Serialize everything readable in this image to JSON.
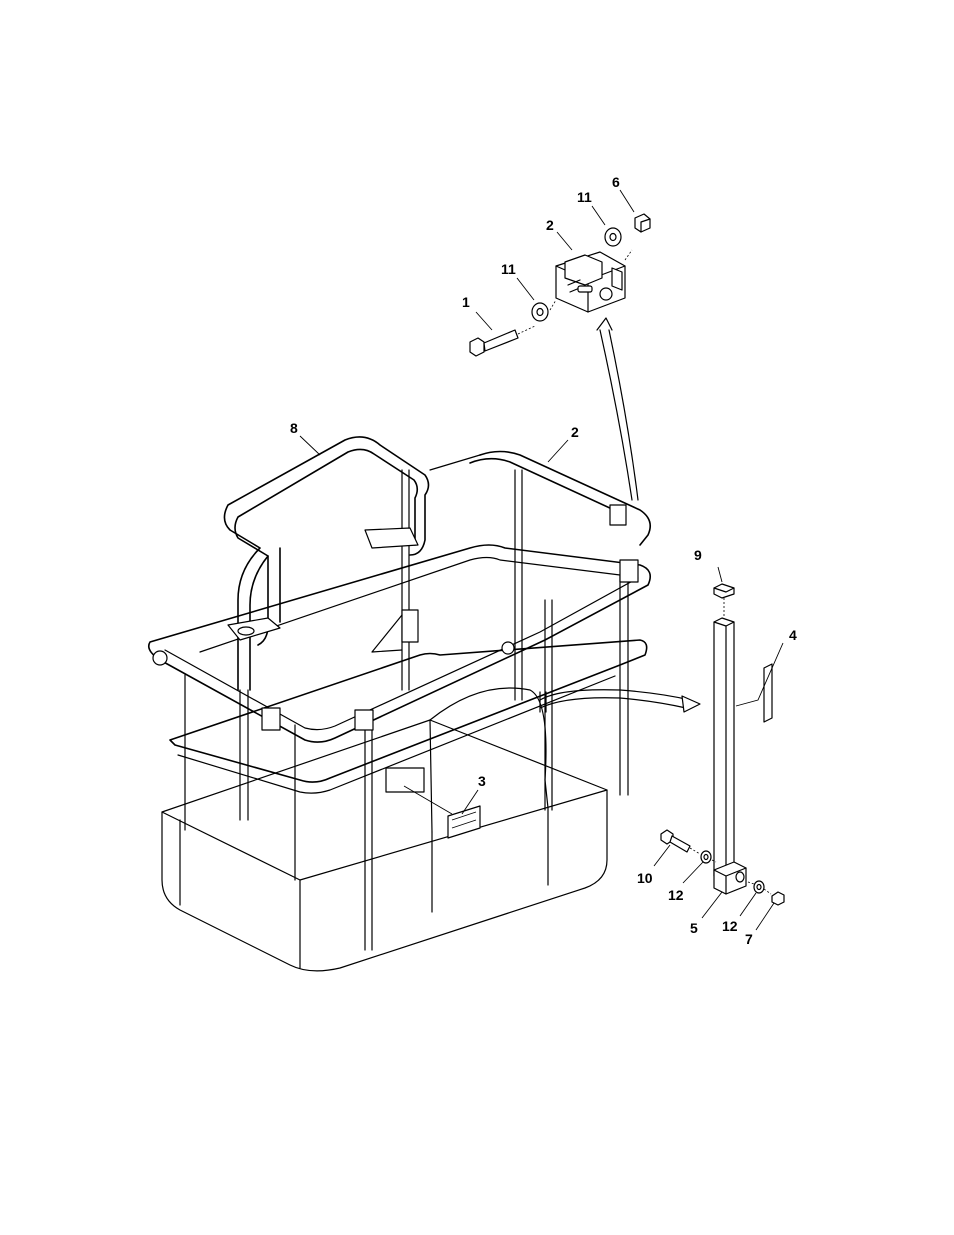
{
  "diagram": {
    "callouts": {
      "c1": "1",
      "c2_top": "2",
      "c2_rail": "2",
      "c3": "3",
      "c4": "4",
      "c5": "5",
      "c6": "6",
      "c7": "7",
      "c8": "8",
      "c9": "9",
      "c10": "10",
      "c11_left": "11",
      "c11_right": "11",
      "c12_left": "12",
      "c12_right": "12"
    },
    "colors": {
      "line": "#000000",
      "background": "#ffffff"
    }
  }
}
